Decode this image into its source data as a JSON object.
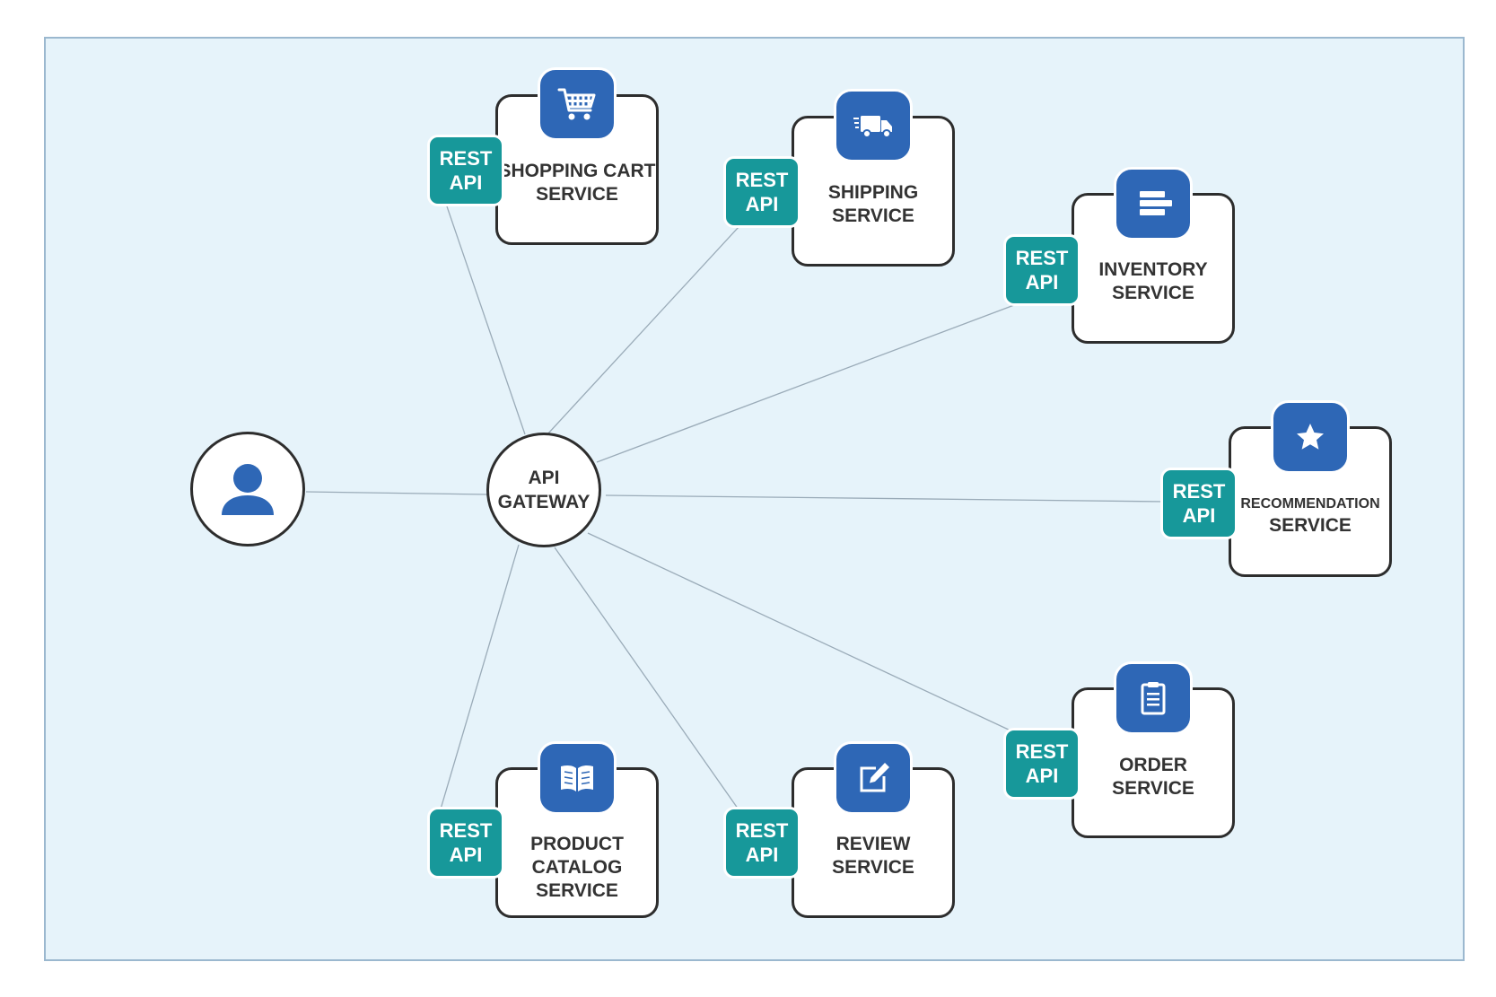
{
  "gateway": {
    "line1": "API",
    "line2": "GATEWAY"
  },
  "user": {
    "icon": "user-icon",
    "color": "#2e67b6"
  },
  "colors": {
    "background": "#e6f3fa",
    "icon_tile": "#2e67b6",
    "rest_badge": "#17989a",
    "link": "#9aabb8"
  },
  "rest_api": {
    "line1": "REST",
    "line2": "API"
  },
  "services": [
    {
      "id": "shopping-cart",
      "icon": "shopping-cart-icon",
      "lines": [
        "SHOPPING CART",
        "SERVICE"
      ]
    },
    {
      "id": "shipping",
      "icon": "delivery-truck-icon",
      "lines": [
        "SHIPPING",
        "SERVICE"
      ]
    },
    {
      "id": "inventory",
      "icon": "stacked-boxes-icon",
      "lines": [
        "INVENTORY",
        "SERVICE"
      ]
    },
    {
      "id": "recommendation",
      "icon": "star-icon",
      "lines": [
        "RECOMMENDATION",
        "SERVICE"
      ]
    },
    {
      "id": "order",
      "icon": "clipboard-icon",
      "lines": [
        "ORDER",
        "SERVICE"
      ]
    },
    {
      "id": "review",
      "icon": "edit-icon",
      "lines": [
        "REVIEW",
        "SERVICE"
      ]
    },
    {
      "id": "product-catalog",
      "icon": "open-book-icon",
      "lines": [
        "PRODUCT",
        "CATALOG",
        "SERVICE"
      ]
    }
  ]
}
